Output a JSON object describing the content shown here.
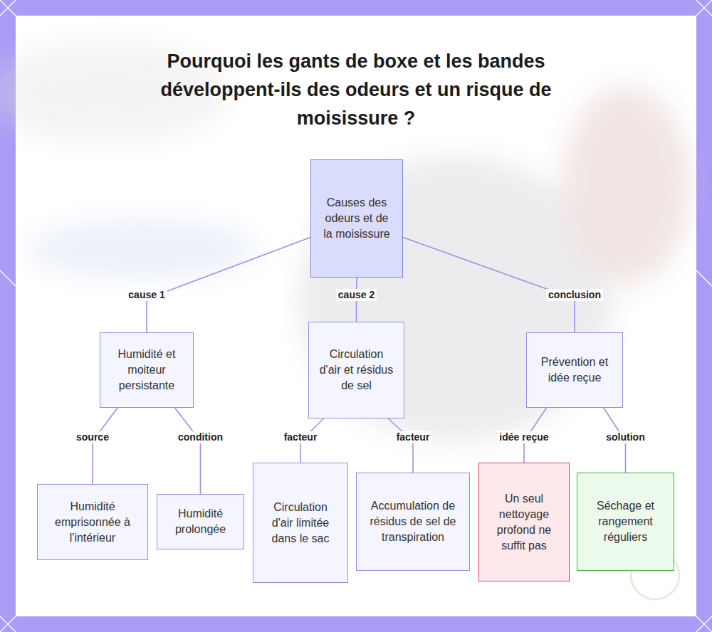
{
  "diagram": {
    "title": "Pourquoi les gants de boxe et les bandes développent-ils des odeurs et un risque de moisissure ?",
    "nodes": [
      {
        "text": [
          "Causes des odeurs et de la moisissure"
        ]
      },
      {
        "text": [
          "Humidité et moiteur persistante"
        ]
      },
      {
        "text": [
          "Circulation d'air et résidus de sel"
        ]
      },
      {
        "text": [
          "Prévention et idée reçue"
        ]
      },
      {
        "text": [
          "Humidité emprisonnée à l'intérieur"
        ]
      },
      {
        "text": [
          "Humidité prolongée"
        ]
      },
      {
        "text": [
          "Circulation d'air limitée dans le sac"
        ]
      },
      {
        "text": [
          "Accumulation de résidus de sel de transpiration"
        ]
      },
      {
        "text": [
          "Un seul nettoyage profond ne suffit pas"
        ]
      },
      {
        "text": [
          "Séchage et rangement réguliers"
        ]
      }
    ],
    "edges": [
      {
        "from": 0,
        "to": 1,
        "label": "cause 1",
        "arrow": "none"
      },
      {
        "from": 0,
        "to": 2,
        "label": "cause 2",
        "arrow": "none"
      },
      {
        "from": 0,
        "to": 3,
        "label": "conclusion",
        "arrow": "none"
      },
      {
        "from": 1,
        "to": 4,
        "label": "source",
        "arrow": "none"
      },
      {
        "from": 1,
        "to": 5,
        "label": "condition",
        "arrow": "none"
      },
      {
        "from": 2,
        "to": 6,
        "label": "facteur",
        "arrow": "none"
      },
      {
        "from": 2,
        "to": 7,
        "label": "facteur",
        "arrow": "none"
      },
      {
        "from": 3,
        "to": 8,
        "label": "idée reçue",
        "arrow": "none"
      },
      {
        "from": 3,
        "to": 9,
        "label": "solution",
        "arrow": "none"
      }
    ]
  }
}
